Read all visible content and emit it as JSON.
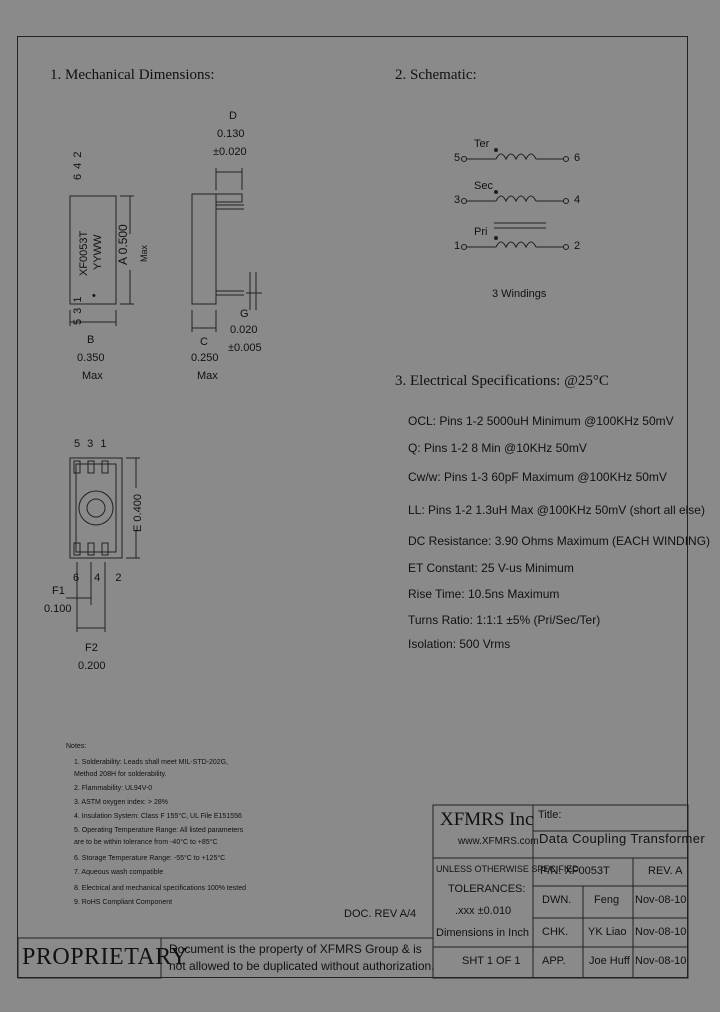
{
  "sections": {
    "mechanical": "1. Mechanical Dimensions:",
    "schematic": "2. Schematic:",
    "electrical": "3. Electrical  Specifications: @25°C"
  },
  "mech": {
    "top_pins": "6  4  2",
    "bottom_pins": "5  3  1",
    "part_marking": "XF0053T",
    "date_marking": "YYWW",
    "dot": "•",
    "A_label": "A",
    "A_value": "0.500",
    "A_max": "Max",
    "B_label": "B",
    "B_value": "0.350",
    "B_max": "Max",
    "C_label": "C",
    "C_value": "0.250",
    "C_max": "Max",
    "D_label": "D",
    "D_value": "0.130",
    "D_tol": "±0.020",
    "G_label": "G",
    "G_value": "0.020",
    "G_tol": "±0.005",
    "bottom_view_pins_top": "5 3 1",
    "E_label": "E",
    "E_value": "0.400",
    "bottom_view_pins_bottom": "6 4 2",
    "F1_label": "F1",
    "F1_value": "0.100",
    "F2_label": "F2",
    "F2_value": "0.200"
  },
  "schematic": {
    "ter_label": "Ter",
    "sec_label": "Sec",
    "pri_label": "Pri",
    "pins_left": [
      "5",
      "3",
      "1"
    ],
    "pins_right": [
      "6",
      "4",
      "2"
    ],
    "windings": "3 Windings"
  },
  "specs": [
    "OCL: Pins 1-2 5000uH Minimum @100KHz 50mV",
    "Q: Pins 1-2 8 Min @10KHz 50mV",
    "Cw/w: Pins 1-3 60pF Maximum @100KHz 50mV",
    "LL: Pins 1-2 1.3uH Max @100KHz 50mV (short all else)",
    "DC Resistance: 3.90 Ohms Maximum (EACH WINDING)",
    "ET Constant: 25 V-us Minimum",
    "Rise Time: 10.5ns Maximum",
    "Turns Ratio: 1:1:1 ±5% (Pri/Sec/Ter)",
    "Isolation: 500 Vrms"
  ],
  "notes": {
    "title": "Notes:",
    "items": [
      "1. Solderability: Leads shall meet MIL-STD-202G,",
      "    Method 208H for solderability.",
      "2. Flammability: UL94V-0",
      "3. ASTM oxygen index: > 28%",
      "4. Insulation System: Class F 155°C, UL File E151556",
      "5. Operating Temperature Range: All listed parameters",
      "    are to be within tolerance from -40°C to +85°C",
      "6. Storage Temperature Range: -55°C to +125°C",
      "7. Aqueous wash compatible",
      "8. Electrical and mechanical specifications 100% tested",
      "9. RoHS Compliant Component"
    ]
  },
  "title_block": {
    "doc_rev": "DOC. REV A/4",
    "company": "XFMRS Inc",
    "website": "www.XFMRS.com",
    "title_label": "Title:",
    "title_value": "Data Coupling Transformer",
    "unless": "UNLESS OTHERWISE SPECIFIED",
    "tolerances": "TOLERANCES:",
    "tol_value": ".xxx ±0.010",
    "dims": "Dimensions in Inch",
    "sheet": "SHT 1 OF 1",
    "pn": "P/N: XF0053T",
    "rev": "REV. A",
    "dwn_label": "DWN.",
    "dwn_name": "Feng",
    "dwn_date": "Nov-08-10",
    "chk_label": "CHK.",
    "chk_name": "YK Liao",
    "chk_date": "Nov-08-10",
    "app_label": "APP.",
    "app_name": "Joe Huff",
    "app_date": "Nov-08-10",
    "proprietary": "PROPRIETARY",
    "prop_line1": "Document is the property of XFMRS Group & is",
    "prop_line2": "not allowed to be duplicated without authorization."
  }
}
